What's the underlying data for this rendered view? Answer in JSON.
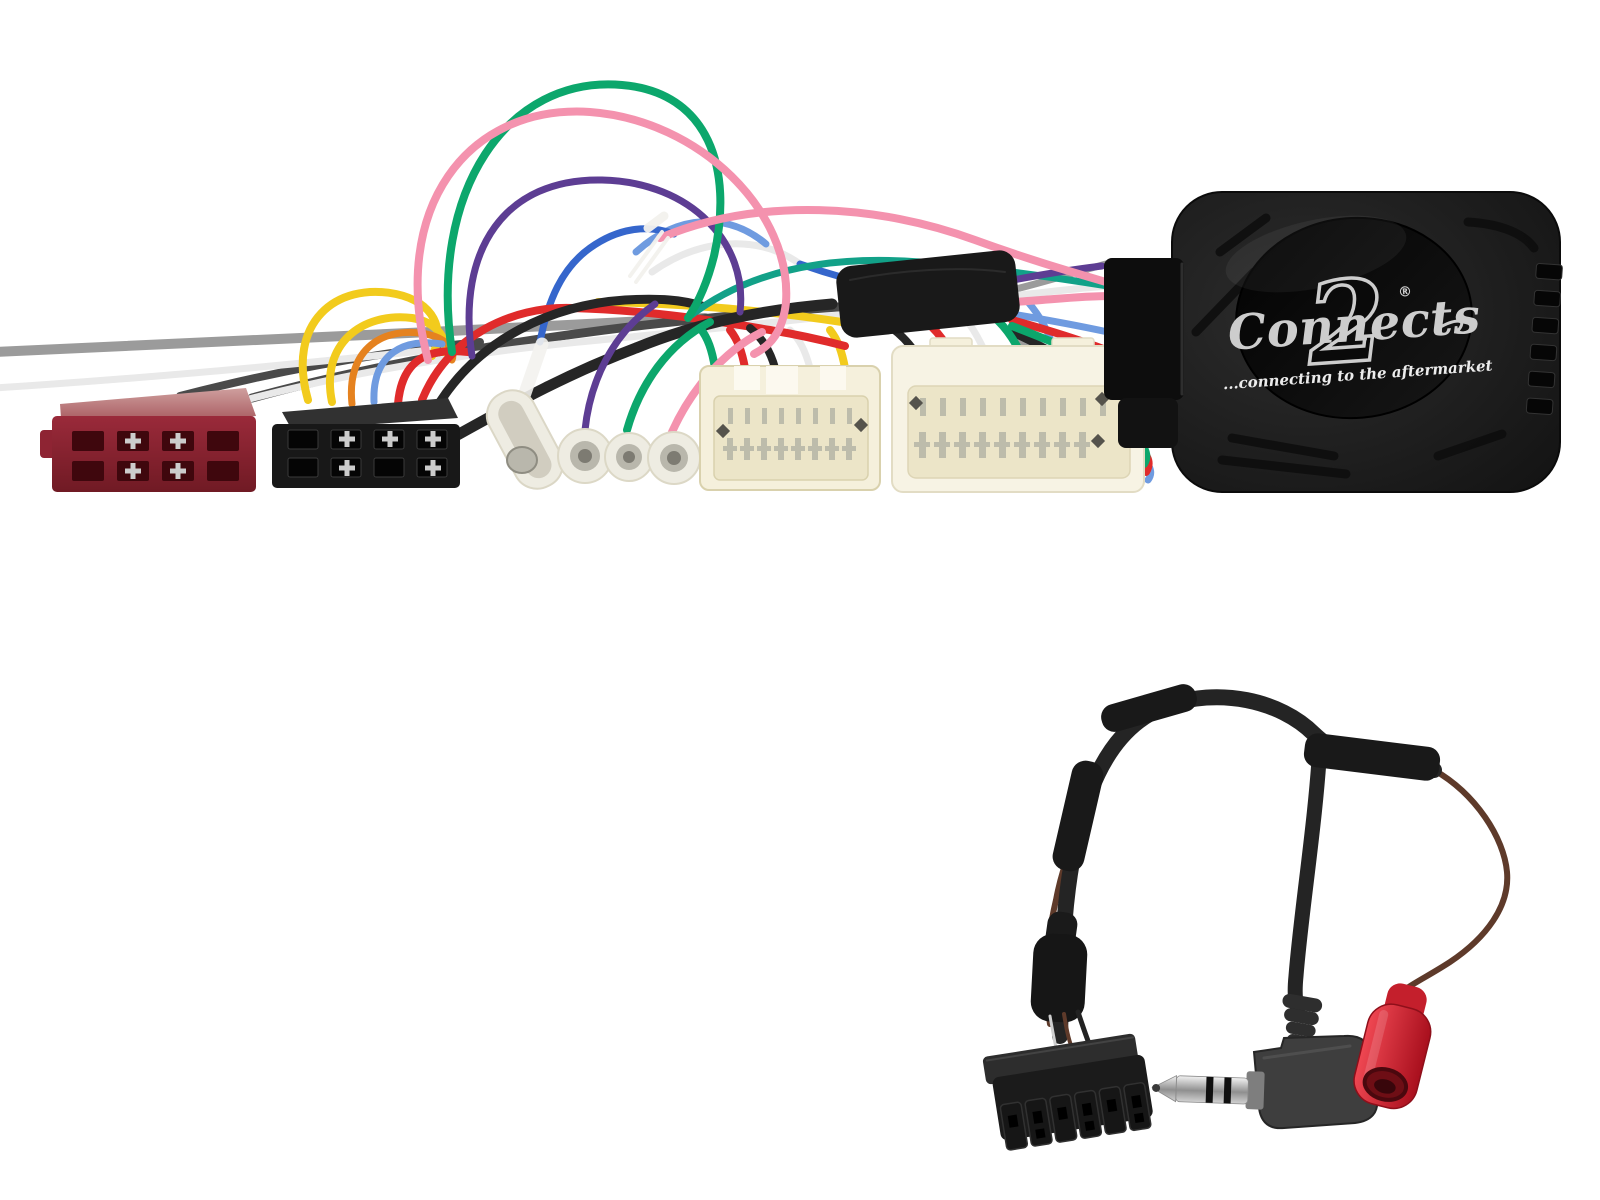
{
  "logo": {
    "script": "Connects",
    "numeral": "2",
    "registered": "®",
    "tagline": "...connecting to the aftermarket"
  },
  "colors": {
    "background": "#ffffff",
    "box_oval": "#060606",
    "logo_silver": "#cdcdcd",
    "tagline_white": "#ececec",
    "iso_red_front": "#8e2433",
    "iso_red_slot": "#3f070d",
    "iso_black_top": "#313131",
    "iso_black_front": "#181818",
    "slot_black": "#050505",
    "pin_metal": "#cccccc",
    "pin_brass": "#bdbcab",
    "pin_dark": "#55534c",
    "cream_body": "#f5f0dc",
    "cream_cavity": "#ece5c8",
    "cream_edge": "#d9d1ad",
    "bullet_sleeve": "#eeece2",
    "bullet_metal": "#b9b7ac",
    "bullet_metal_dark": "#7d7b72",
    "tie_white": "#f3f2ee",
    "stub_black": "#0d0d0d",
    "tape_black": "#191919",
    "cable_black": "#242424",
    "jack_body": "#3e3e3e",
    "jack_ring": "#101010",
    "bullet_red_hole": "#6e0e15",
    "wire_pink": "#f492ae",
    "wire_green": "#0ca76c",
    "wire_teal": "#12a188",
    "wire_purple": "#5d3d93",
    "wire_blue": "#3566cc",
    "wire_lightblue": "#6f9be0",
    "wire_red": "#e02b2b",
    "wire_yellow": "#f2cb1d",
    "wire_orange": "#e5821f",
    "wire_white": "#e9e9e9",
    "wire_gray": "#9b9b9b",
    "wire_darkgray": "#4a4a4a",
    "wire_black": "#262626",
    "wire_brown": "#5e3a2a"
  }
}
